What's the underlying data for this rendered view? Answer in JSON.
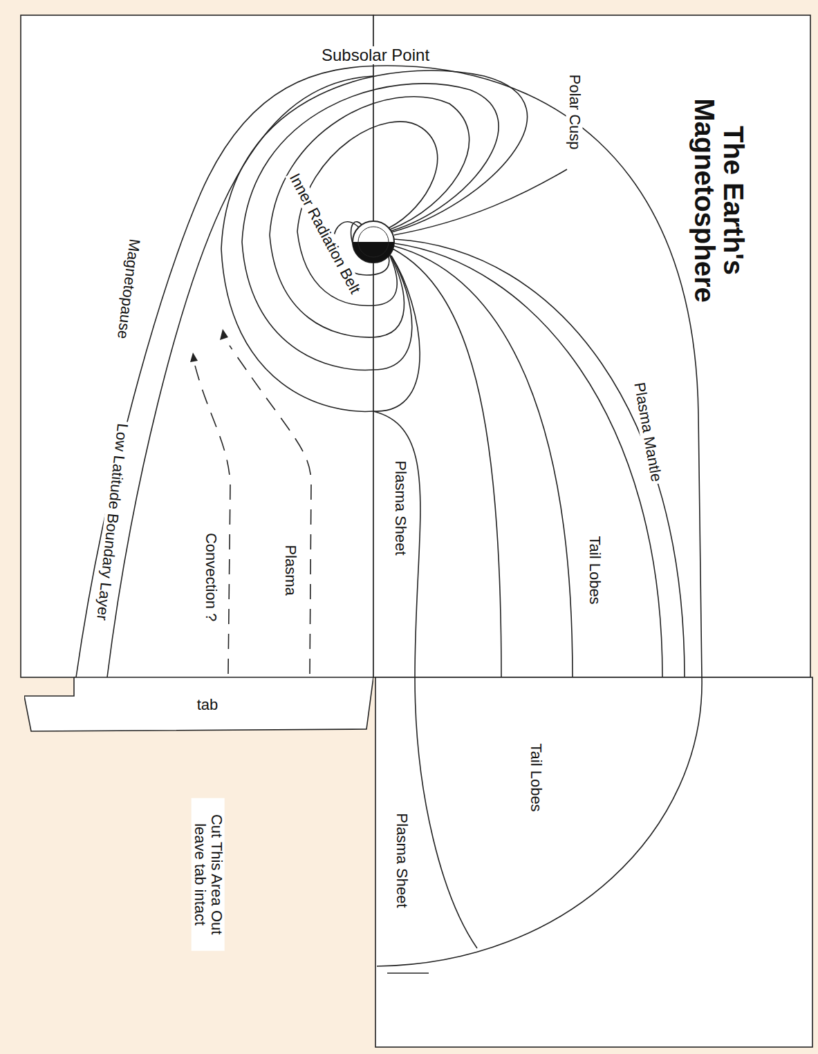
{
  "diagram": {
    "title": "The Earth's Magnetosphere",
    "nodes": [
      {
        "text": [
          "tab"
        ]
      }
    ],
    "labels": [
      "Subsolar Point",
      "Polar Cusp",
      "Inner Radiation Belt",
      "Magnetopause",
      "Low Latitude Boundary Layer",
      "Convection ?",
      "Plasma",
      "Plasma Sheet",
      "Tail Lobes",
      "Plasma Mantle",
      "Tail Lobes",
      "Plasma Sheet",
      "Cut This Area Out leave tab intact"
    ]
  }
}
